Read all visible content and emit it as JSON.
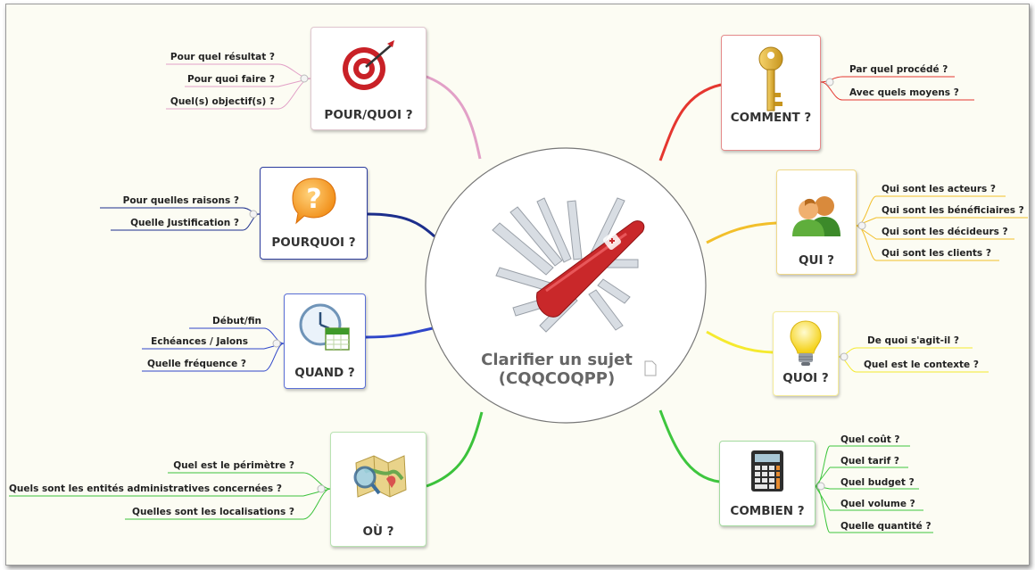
{
  "center": {
    "title": "Clarifier un sujet",
    "subtitle": "(CQQCOQPP)"
  },
  "branches": {
    "pourquoi_but": {
      "title": "POUR/QUOI ?",
      "icon": "target-icon",
      "color": "#e2a0c7",
      "items": [
        "Pour quel résultat ?",
        "Pour quoi faire ?",
        "Quel(s) objectif(s) ?"
      ]
    },
    "pourquoi": {
      "title": "POURQUOI ?",
      "icon": "question-bubble-icon",
      "color": "#1c2e8c",
      "items": [
        "Pour quelles raisons ?",
        "Quelle Justification ?"
      ]
    },
    "quand": {
      "title": "QUAND ?",
      "icon": "clock-calendar-icon",
      "color": "#2f46c9",
      "items": [
        "Début/fin",
        "Echéances / Jalons",
        "Quelle fréquence ?"
      ]
    },
    "ou": {
      "title": "OÙ ?",
      "icon": "map-icon",
      "color": "#3bc23b",
      "items": [
        "Quel est le périmètre ?",
        "Quels sont les entités administratives concernées ?",
        "Quelles sont les localisations ?"
      ]
    },
    "comment": {
      "title": "COMMENT ?",
      "icon": "key-icon",
      "color": "#e5362f",
      "items": [
        "Par quel procédé ?",
        "Avec quels moyens ?"
      ]
    },
    "qui": {
      "title": "QUI ?",
      "icon": "people-icon",
      "color": "#f2bf2a",
      "items": [
        "Qui sont les acteurs ?",
        "Qui sont les bénéficiaires ?",
        "Qui sont les décideurs ?",
        "Qui sont les clients ?"
      ]
    },
    "quoi": {
      "title": "QUOI ?",
      "icon": "lightbulb-icon",
      "color": "#f5ea2e",
      "items": [
        "De quoi s'agit-il ?",
        "Quel est le contexte ?"
      ]
    },
    "combien": {
      "title": "COMBIEN ?",
      "icon": "calculator-icon",
      "color": "#3ec63e",
      "items": [
        "Quel coût ?",
        "Quel tarif ?",
        "Quel budget ?",
        "Quel volume ?",
        "Quelle quantité ?"
      ]
    }
  }
}
